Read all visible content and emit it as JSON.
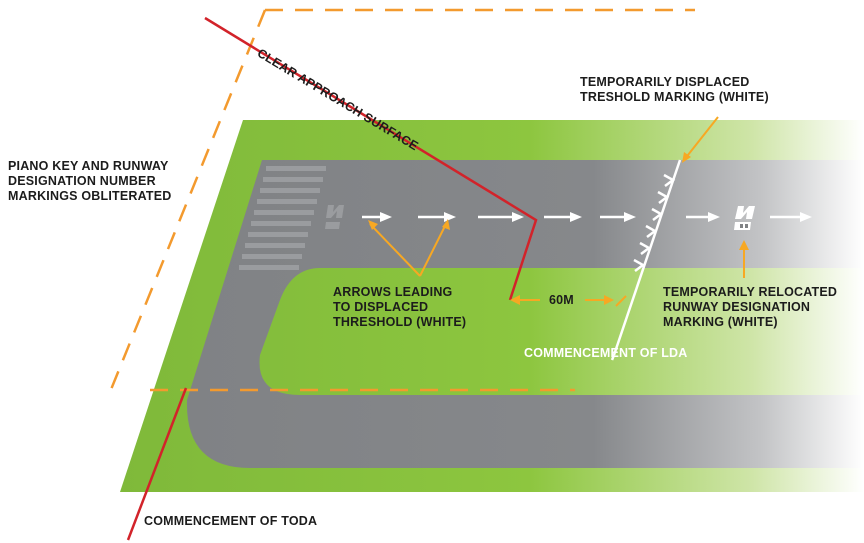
{
  "labels": {
    "clear_approach": "CLEAR APPROACH SURFACE",
    "temp_displaced": [
      "TEMPORARILY DISPLACED",
      "TRESHOLD MARKING (WHITE)"
    ],
    "piano_key": [
      "PIANO KEY AND RUNWAY",
      "DESIGNATION NUMBER",
      "MARKINGS OBLITERATED"
    ],
    "arrows_leading": [
      "ARROWS LEADING",
      "TO DISPLACED",
      "THRESHOLD (WHITE)"
    ],
    "distance": "60M",
    "temp_relocated": [
      "TEMPORARILY RELOCATED",
      "RUNWAY DESIGNATION",
      "MARKING (WHITE)"
    ],
    "commencement_lda": "COMMENCEMENT OF LDA",
    "commencement_toda": "COMMENCEMENT OF TODA"
  },
  "colors": {
    "grass": "#8dc63f",
    "runway": "#808285",
    "approach_line": "#d2232a",
    "callout": "#f7a823",
    "boundary_dash": "#f39a2e",
    "marking": "#ffffff"
  }
}
